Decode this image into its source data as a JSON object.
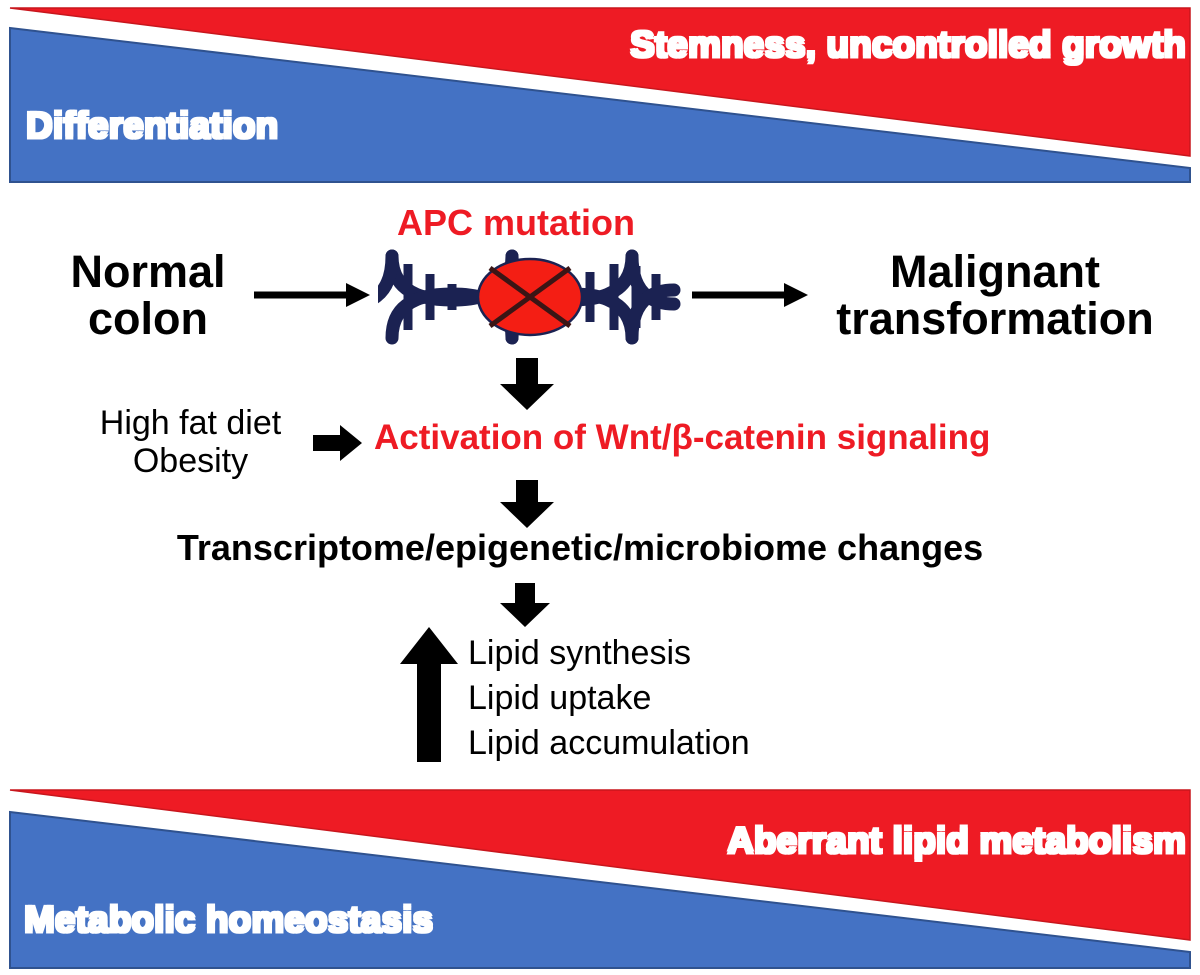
{
  "colors": {
    "red": "#ee1b24",
    "blue": "#4472c4",
    "blue_outline": "#2f528f",
    "dna_navy": "#1b2252",
    "black": "#000000",
    "white": "#ffffff"
  },
  "top_banner": {
    "red_label": "Stemness, uncontrolled growth",
    "blue_label": "Differentiation"
  },
  "bottom_banner": {
    "red_label": "Aberrant lipid metabolism",
    "blue_label": "Metabolic homeostasis"
  },
  "flow": {
    "apc_mutation": "APC mutation",
    "normal_colon_line1": "Normal",
    "normal_colon_line2": "colon",
    "malignant_line1": "Malignant",
    "malignant_line2": "transformation",
    "high_fat_diet": "High fat diet",
    "obesity": "Obesity",
    "wnt_signaling": "Activation of Wnt/β-catenin signaling",
    "transcriptome_changes": "Transcriptome/epigenetic/microbiome changes",
    "lipid_items": [
      "Lipid synthesis",
      "Lipid uptake",
      "Lipid accumulation"
    ]
  },
  "icons": {
    "dna_helix": "dna-double-helix-icon",
    "mutation_marker": "red-ellipse-x-marker-icon",
    "arrow_right_normal_to_dna": "right-arrow-icon",
    "arrow_right_dna_to_malignant": "right-arrow-icon",
    "arrow_down_dna_to_wnt": "down-arrow-icon",
    "arrow_right_diet_to_wnt": "right-block-arrow-icon",
    "arrow_down_wnt_to_transcriptome": "down-arrow-icon",
    "arrow_down_transcriptome_to_lipid": "down-arrow-icon",
    "arrow_up_lipid_increase": "up-arrow-icon"
  }
}
